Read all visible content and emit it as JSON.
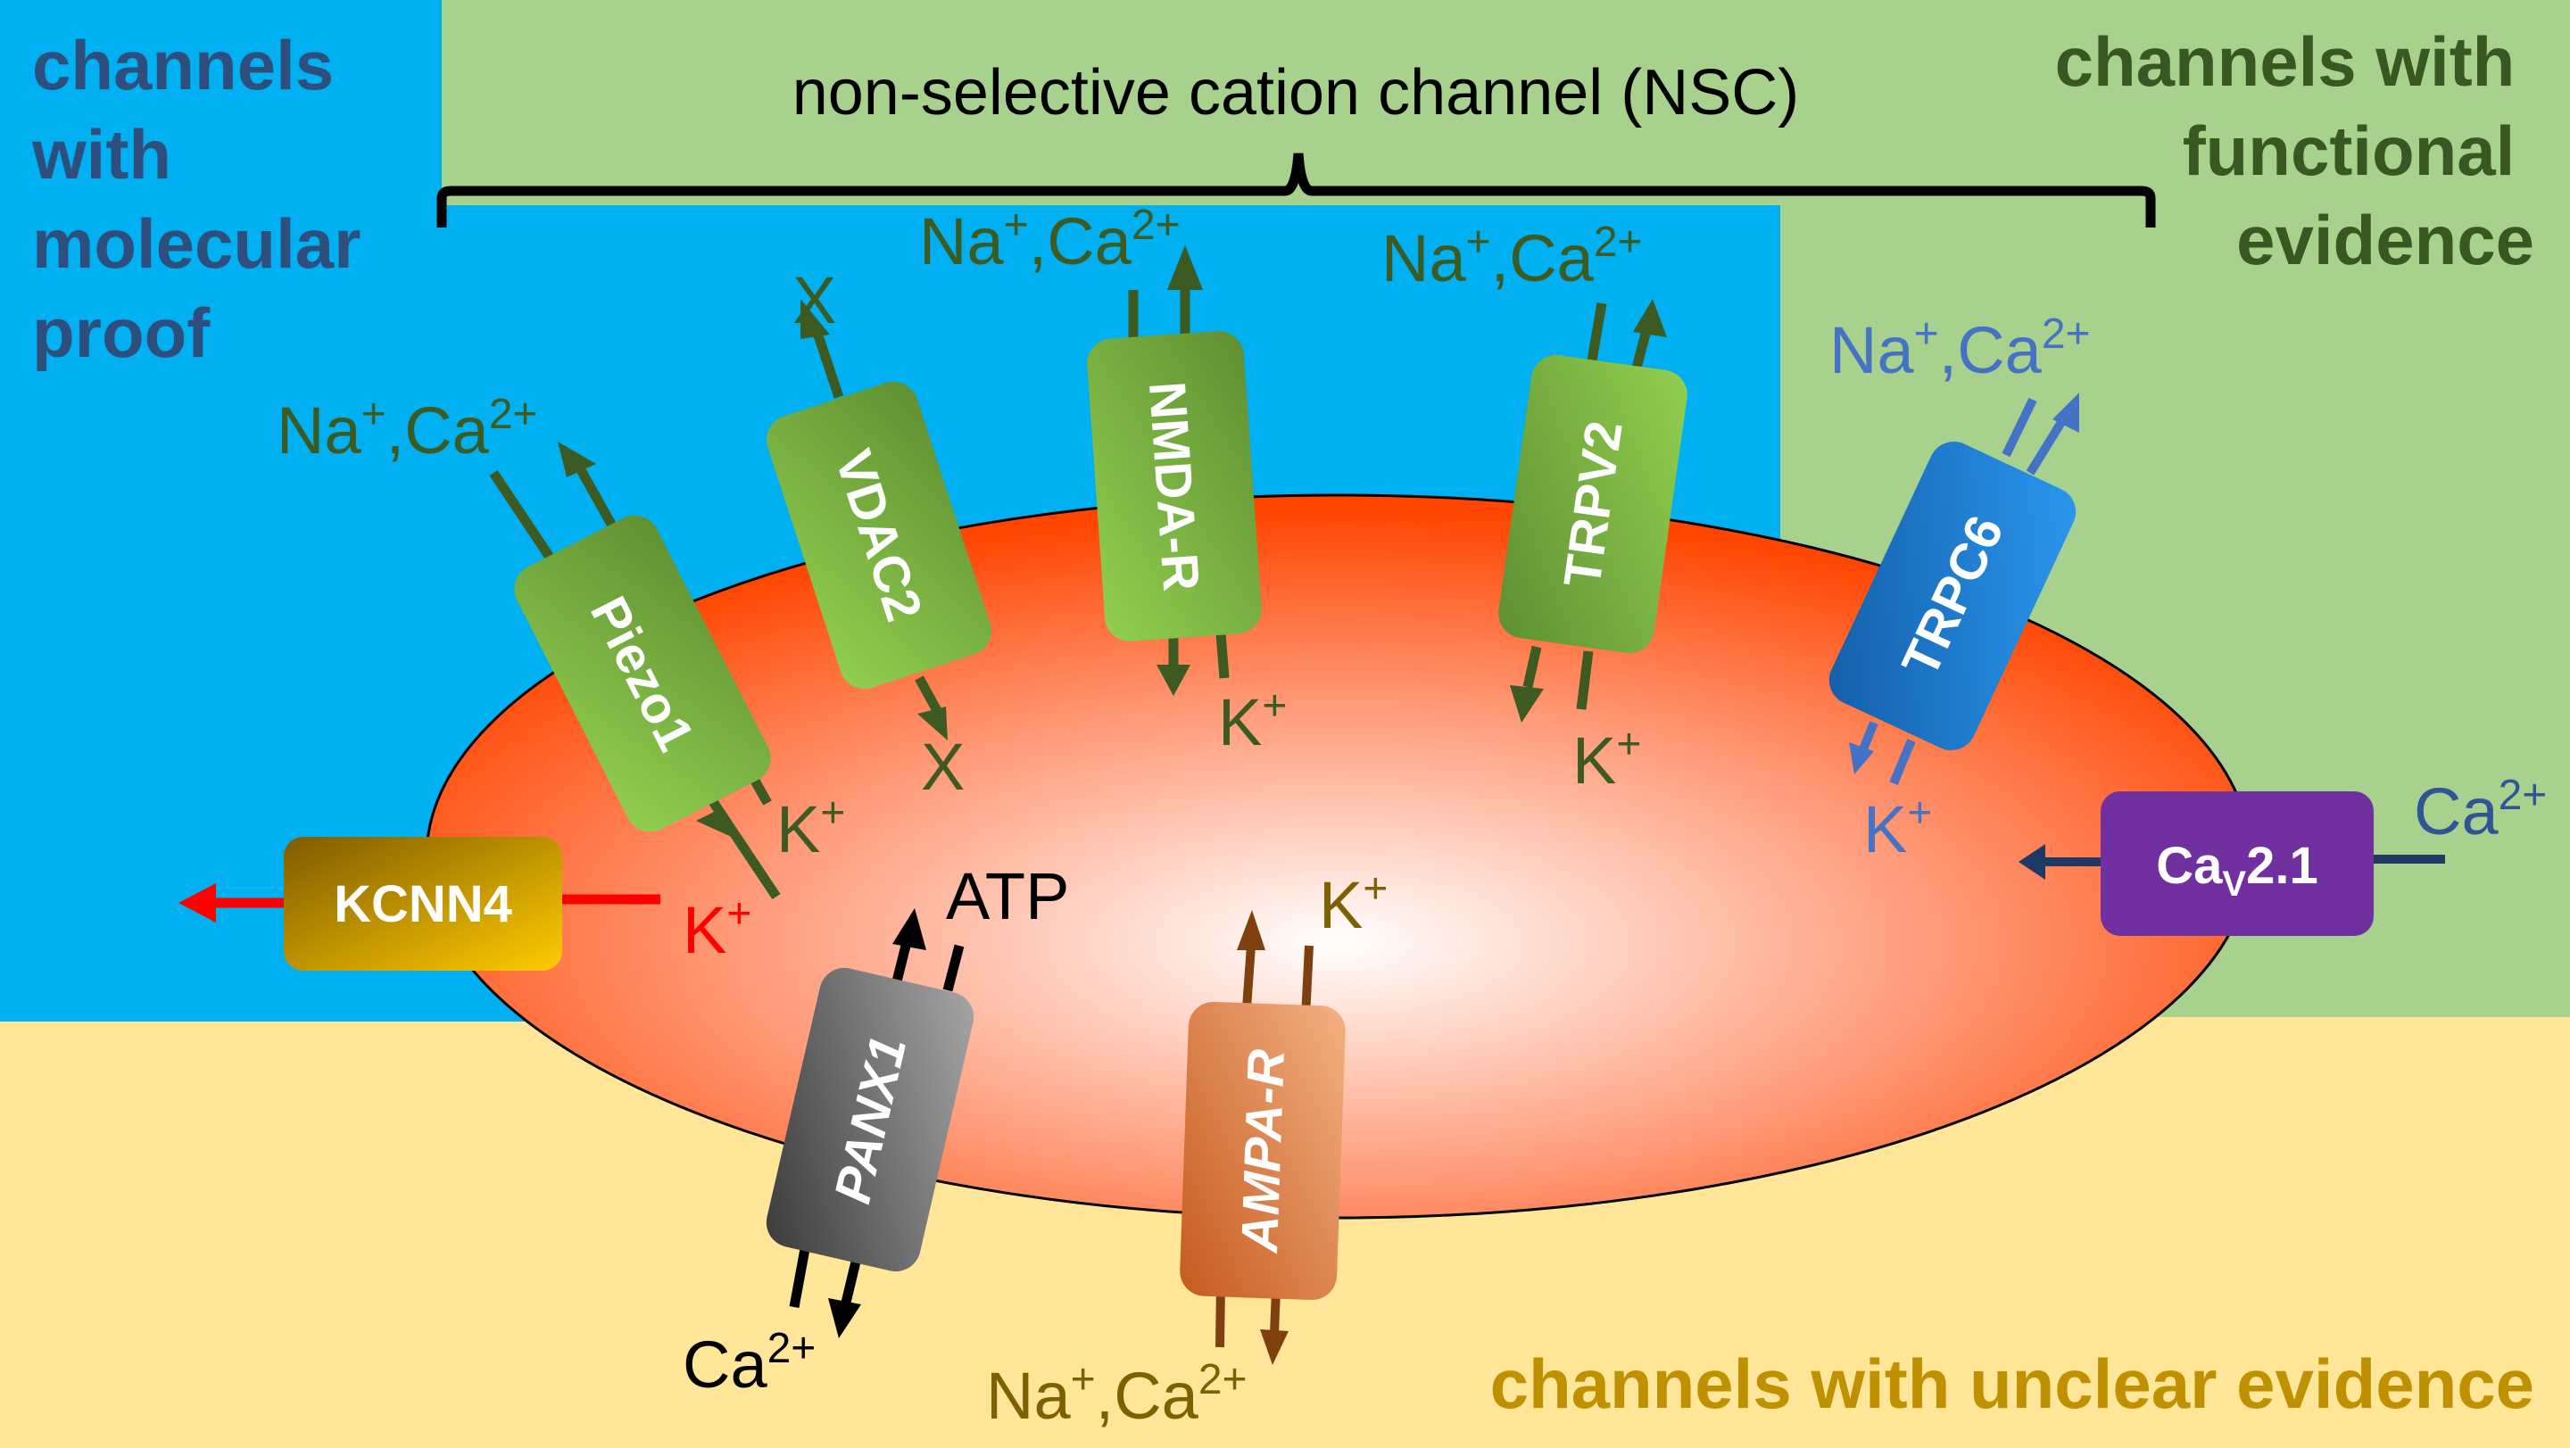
{
  "regions": {
    "molecular_proof": {
      "lines": [
        "channels",
        "with",
        "molecular",
        "proof"
      ],
      "bg_color": "#00b0f0",
      "text_color": "#2e4f7d"
    },
    "functional_evidence": {
      "lines": [
        "channels with",
        "functional",
        "evidence"
      ],
      "bg_color": "#a9d18e",
      "text_color": "#385723"
    },
    "unclear_evidence": {
      "title": "channels with unclear evidence",
      "bg_color": "#ffe699",
      "text_color": "#bf9000"
    }
  },
  "bracket": {
    "label": "non-selective cation channel (NSC)"
  },
  "cell": {
    "fill_center": "#ffffff",
    "fill_edge": "#ff4500"
  },
  "channels": [
    {
      "id": "piezo1",
      "label": "Piezo1",
      "group": "molecular_proof",
      "color": "#70ad47",
      "ions_out": {
        "main": "Na",
        "main_sup": "+",
        "sep": ",",
        "second": "Ca",
        "second_sup": "2+"
      },
      "ions_in": {
        "main": "K",
        "main_sup": "+"
      }
    },
    {
      "id": "vdac2",
      "label": "VDAC2",
      "group": "molecular_proof",
      "color": "#70ad47",
      "ions_out": {
        "main": "X"
      },
      "ions_in": {
        "main": "X"
      }
    },
    {
      "id": "nmda-r",
      "label": "NMDA-R",
      "group": "molecular_proof",
      "color": "#70ad47",
      "ions_out": {
        "main": "Na",
        "main_sup": "+",
        "sep": ",",
        "second": "Ca",
        "second_sup": "2+"
      },
      "ions_in": {
        "main": "K",
        "main_sup": "+"
      }
    },
    {
      "id": "trpv2",
      "label": "TRPV2",
      "group": "molecular_proof",
      "color": "#70ad47",
      "ions_out": {
        "main": "Na",
        "main_sup": "+",
        "sep": ",",
        "second": "Ca",
        "second_sup": "2+"
      },
      "ions_in": {
        "main": "K",
        "main_sup": "+"
      }
    },
    {
      "id": "trpc6",
      "label": "TRPC6",
      "group": "functional_evidence",
      "color": "#1f7fd8",
      "ions_out": {
        "main": "Na",
        "main_sup": "+",
        "sep": ",",
        "second": "Ca",
        "second_sup": "2+"
      },
      "ions_in": {
        "main": "K",
        "main_sup": "+"
      }
    },
    {
      "id": "kcnn4",
      "label": "KCNN4",
      "group": "molecular_proof",
      "color": "#d4a600",
      "ions_in": {
        "main": "K",
        "main_sup": "+"
      }
    },
    {
      "id": "cav2-1",
      "label_main": "Ca",
      "label_sub": "V",
      "label_rest": "2.1",
      "group": "functional_evidence",
      "color": "#7030a0",
      "ions_out": {
        "main": "Ca",
        "main_sup": "2+"
      }
    },
    {
      "id": "panx1",
      "label": "PANX1",
      "group": "unclear_evidence",
      "color": "#595959",
      "ions_in": {
        "main": "ATP"
      },
      "ions_out": {
        "main": "Ca",
        "main_sup": "2+"
      }
    },
    {
      "id": "ampa-r",
      "label": "AMPA-R",
      "group": "unclear_evidence",
      "color": "#e48a55",
      "ions_in": {
        "main": "K",
        "main_sup": "+"
      },
      "ions_out": {
        "main": "Na",
        "main_sup": "+",
        "sep": ",",
        "second": "Ca",
        "second_sup": "2+"
      }
    }
  ],
  "ion_colors": {
    "green": "#3d5a22",
    "blue": "#4472c4",
    "navy": "#1f3864",
    "red": "#ff0000",
    "black": "#000000",
    "brown": "#7f4010",
    "brown_text": "#7f6000"
  }
}
